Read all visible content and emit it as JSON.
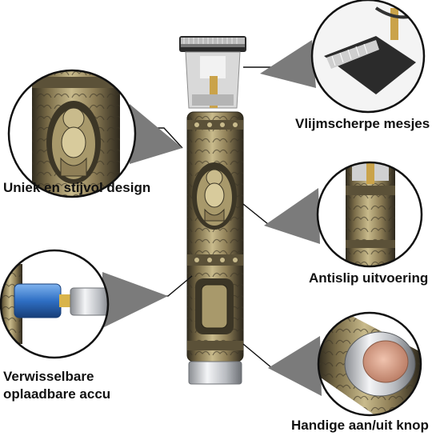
{
  "features": {
    "blades": "Vlijmscherpe mesjes",
    "design": "Uniek en stijvol design",
    "antislip": "Antislip uitvoering",
    "battery": "Verwisselbare oplaadbare accu",
    "button": "Handige aan/uit knop"
  },
  "colors": {
    "bronze": "#8f7f57",
    "bronze_dark": "#3c3626",
    "bronze_light": "#c9bb8c",
    "circle_border": "#111111",
    "pointer_gray": "#7b7b7b",
    "battery_blue": "#2f6fc4",
    "chrome": "#d7d9dc"
  }
}
